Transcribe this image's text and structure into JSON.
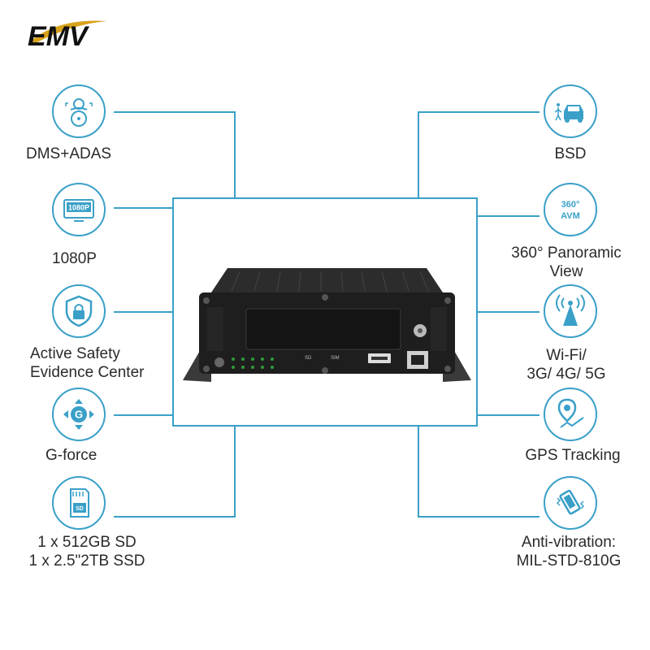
{
  "brand": {
    "logo_text": "EMV"
  },
  "colors": {
    "accent": "#3aa0c8",
    "logo_gold": "#d9a21b",
    "text": "#2a2a2a"
  },
  "features_left": [
    {
      "icon": "driver-monitor-icon",
      "label_lines": [
        "DMS+ADAS"
      ]
    },
    {
      "icon": "resolution-1080p-icon",
      "icon_text": "1080P",
      "label_lines": [
        "1080P"
      ]
    },
    {
      "icon": "shield-lock-icon",
      "label_lines": [
        "Active Safety",
        "Evidence Center"
      ]
    },
    {
      "icon": "g-force-icon",
      "icon_text": "G",
      "label_lines": [
        "G-force"
      ]
    },
    {
      "icon": "sd-card-icon",
      "icon_text": "SD",
      "label_lines": [
        "1 x 512GB SD",
        "1 x 2.5\"2TB SSD"
      ]
    }
  ],
  "features_right": [
    {
      "icon": "blind-spot-car-icon",
      "label_lines": [
        "BSD"
      ]
    },
    {
      "icon": "avm-360-icon",
      "icon_text_top": "360°",
      "icon_text_bottom": "AVM",
      "label_lines": [
        "360° Panoramic",
        "View"
      ]
    },
    {
      "icon": "wireless-tower-icon",
      "label_lines": [
        "Wi-Fi/",
        "3G/ 4G/ 5G"
      ]
    },
    {
      "icon": "gps-pin-icon",
      "label_lines": [
        "GPS Tracking"
      ]
    },
    {
      "icon": "vibrating-phone-icon",
      "label_lines": [
        "Anti-vibration:",
        "MIL-STD-810G"
      ]
    }
  ],
  "device": {
    "icon": "mobile-dvr-device-icon",
    "front_labels": [
      "SD",
      "SIM"
    ]
  }
}
